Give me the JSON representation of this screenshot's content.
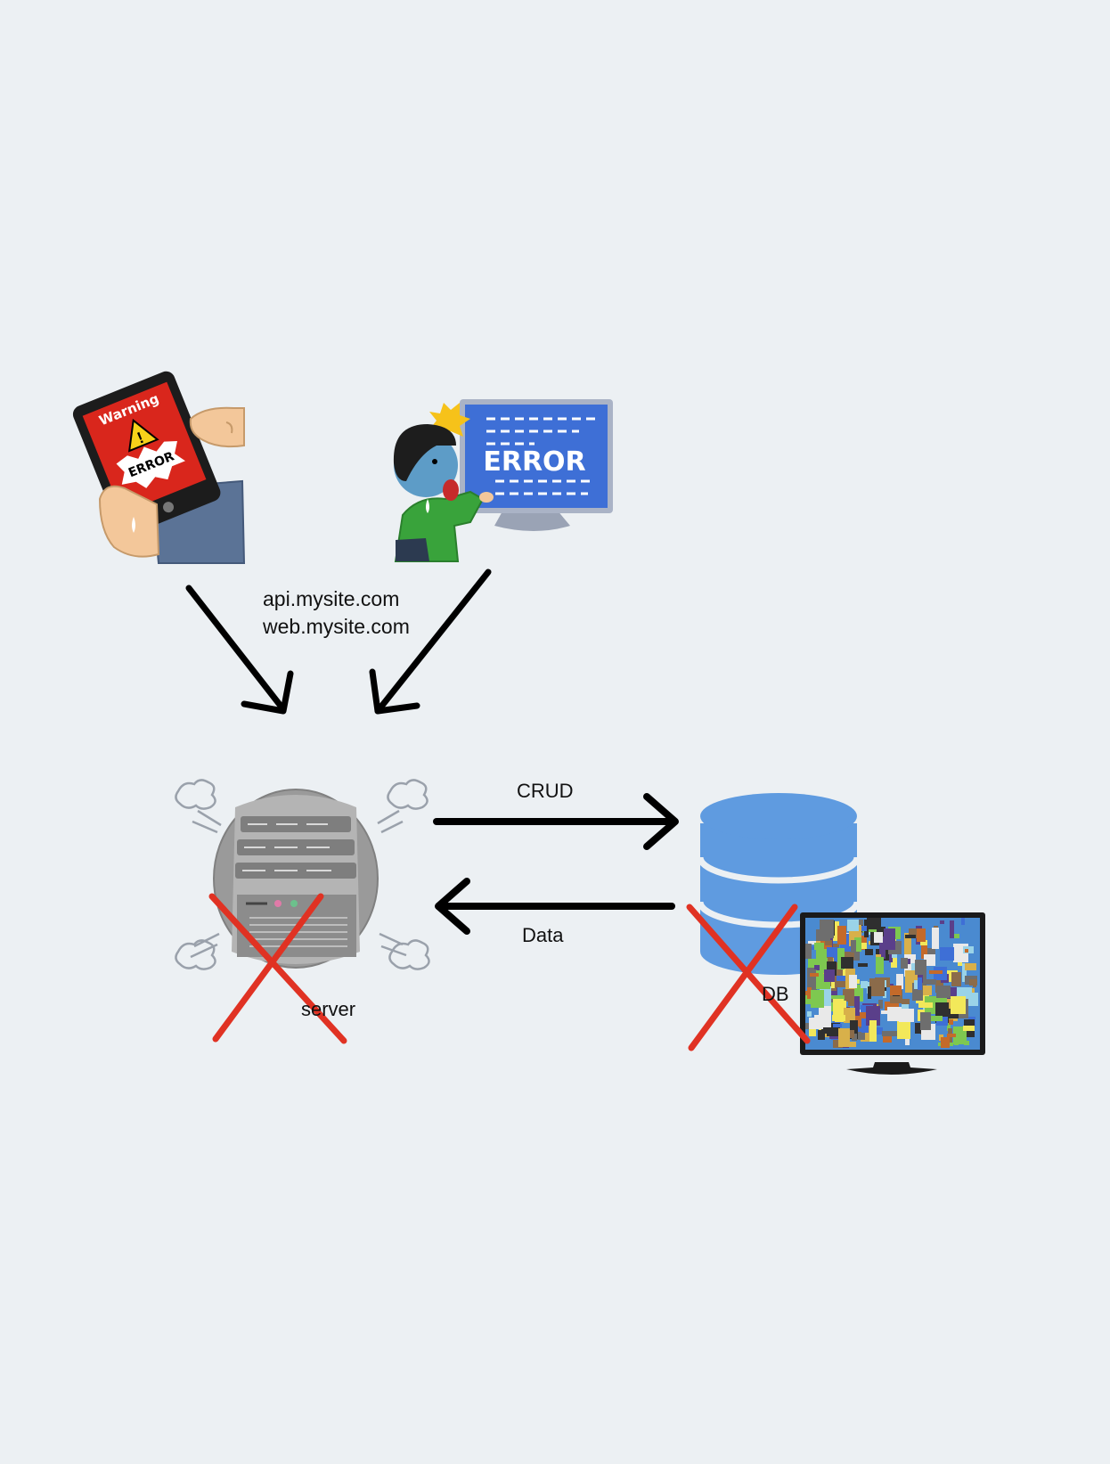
{
  "diagram": {
    "hosts": [
      "api.mysite.com",
      "web.mysite.com"
    ],
    "crud_label": "CRUD",
    "data_label": "Data",
    "server_label": "server",
    "db_label": "DB",
    "phone_warning_text": "Warning",
    "phone_error_text": "ERROR",
    "monitor_error_text": "ERROR"
  },
  "colors": {
    "background": "#ecf0f3",
    "arrow": "#000000",
    "cross": "#e03223",
    "database": "#5f9be0",
    "phone_screen": "#d9261c",
    "monitor_screen": "#3e6fd6",
    "server_gray": "#9a9a9a"
  }
}
